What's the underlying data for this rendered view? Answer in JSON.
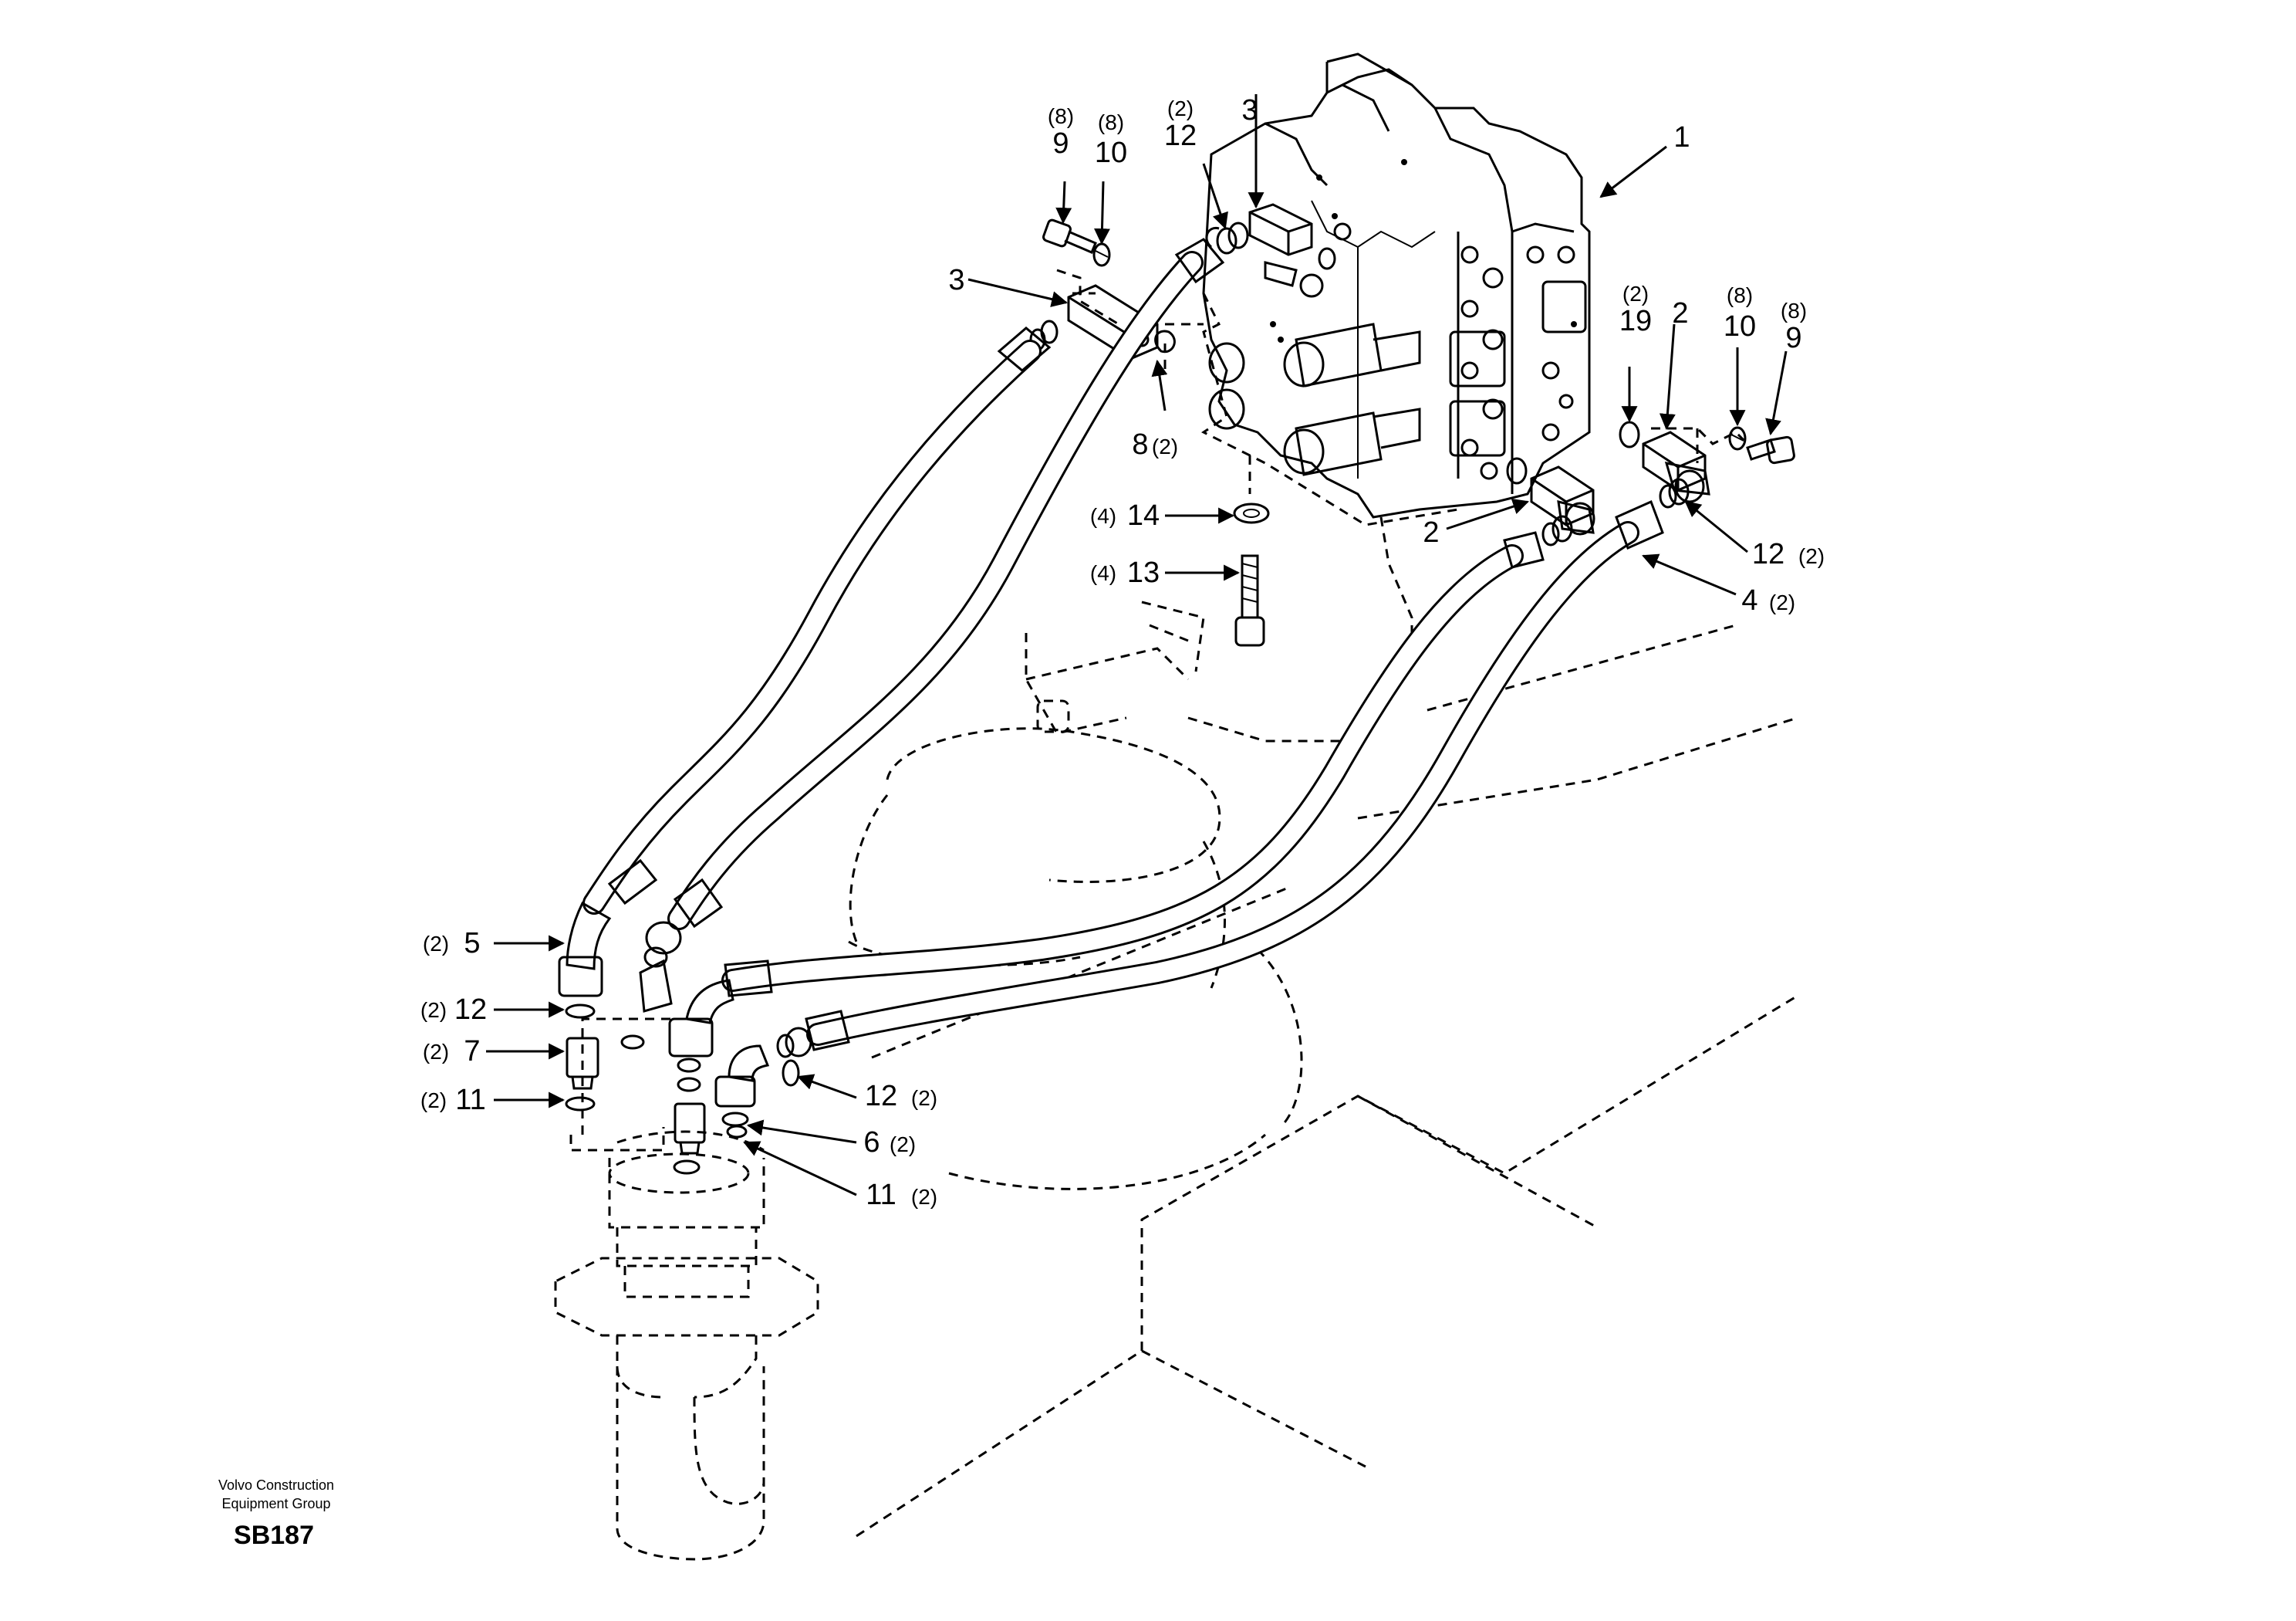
{
  "callouts": {
    "c1": "1",
    "c2_right": "2",
    "c2_bottom": "2",
    "c3_top": "3",
    "c3_left": "3",
    "c4": "4",
    "c5": "5",
    "c6": "6",
    "c7": "7",
    "c8": "8",
    "c9_left": "9",
    "c9_right": "9",
    "c10_left": "10",
    "c10_right": "10",
    "c11_left": "11",
    "c11_right": "11",
    "c12_top": "12",
    "c12_right": "12",
    "c12_left": "12",
    "c12_bottom": "12",
    "c13": "13",
    "c14": "14",
    "c19": "19"
  },
  "quantities": {
    "q8": "(8)",
    "q2": "(2)",
    "q4": "(4)"
  },
  "footer": {
    "company_line1": "Volvo Construction",
    "company_line2": "Equipment Group",
    "code": "SB187"
  }
}
